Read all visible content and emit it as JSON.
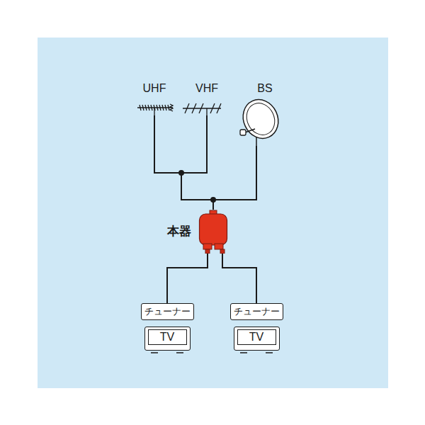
{
  "diagram": {
    "nodes": [
      {
        "text": [
          "UHF"
        ]
      },
      {
        "text": [
          "VHF"
        ]
      },
      {
        "text": [
          "BS"
        ]
      },
      {
        "text": [
          "本器"
        ]
      },
      {
        "text": [
          "チューナー"
        ]
      },
      {
        "text": [
          "TV"
        ]
      },
      {
        "text": [
          "チューナー"
        ]
      },
      {
        "text": [
          "TV"
        ]
      }
    ],
    "edges": [
      {
        "from": 0,
        "to": 3,
        "arrow": "none"
      },
      {
        "from": 1,
        "to": 3,
        "arrow": "none"
      },
      {
        "from": 2,
        "to": 3,
        "arrow": "none"
      },
      {
        "from": 3,
        "to": 4,
        "arrow": "none"
      },
      {
        "from": 3,
        "to": 6,
        "arrow": "none"
      }
    ]
  }
}
